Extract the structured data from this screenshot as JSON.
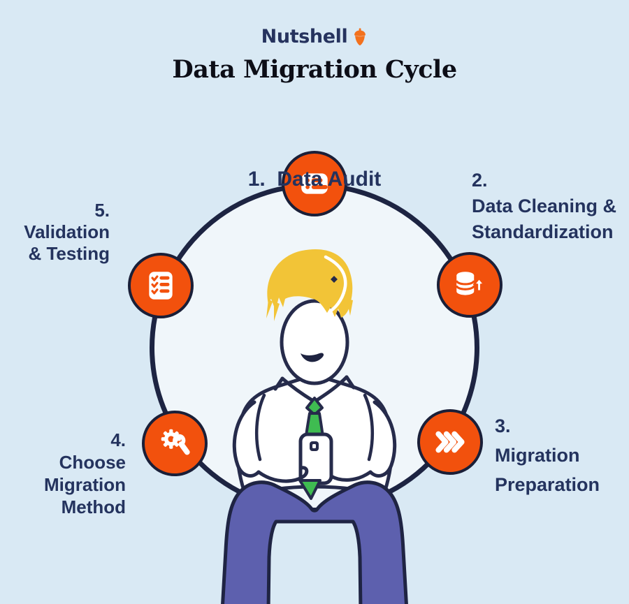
{
  "brand": {
    "name": "Nutshell",
    "icon": "acorn-icon",
    "navy": "#26335E",
    "orange": "#F3711D"
  },
  "title": {
    "text": "Data Migration Cycle"
  },
  "diagram": {
    "type": "cycle",
    "center_illustration": "person-sitting-holding-phone",
    "steps": [
      {
        "id": 1,
        "position": "top",
        "icon": "list-icon",
        "lines": [
          "1.  Data Audit"
        ]
      },
      {
        "id": 2,
        "position": "upper-right",
        "icon": "database-upload-icon",
        "lines": [
          "2.",
          "Data Cleaning &",
          "Standardization"
        ]
      },
      {
        "id": 3,
        "position": "lower-right",
        "icon": "fast-forward-icon",
        "lines": [
          "3.",
          "Migration",
          "Preparation"
        ]
      },
      {
        "id": 4,
        "position": "lower-left",
        "icon": "gear-wrench-icon",
        "lines": [
          "4.",
          "Choose",
          "Migration",
          "Method"
        ]
      },
      {
        "id": 5,
        "position": "upper-left",
        "icon": "checklist-icon",
        "lines": [
          "5.",
          "Validation",
          "& Testing"
        ]
      }
    ],
    "colors": {
      "background": "#D9E9F4",
      "circle_fill": "#F0F6FA",
      "circle_stroke": "#1D2442",
      "badge_fill": "#F2510D",
      "badge_stroke": "#1A1F38",
      "label_text": "#24335E",
      "title_text": "#0D0E17",
      "hair": "#F2C437",
      "pants": "#5D60AE",
      "tie": "#3FBC51",
      "outline": "#262B4B"
    }
  }
}
